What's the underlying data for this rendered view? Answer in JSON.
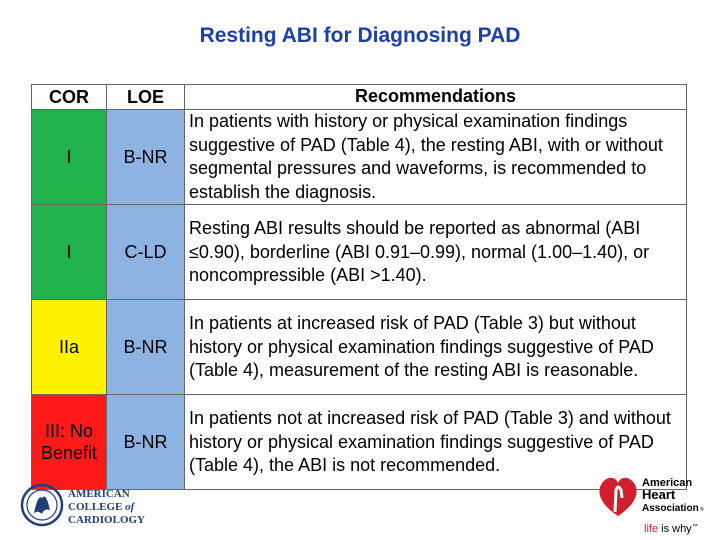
{
  "title": "Resting ABI for Diagnosing PAD",
  "table": {
    "headers": {
      "cor": "COR",
      "loe": "LOE",
      "rec": "Recommendations"
    },
    "rows": [
      {
        "cor": "I",
        "loe": "B-NR",
        "color": "#21b24b",
        "rec": "In patients with history or physical examination findings suggestive of PAD (Table 4), the resting ABI, with or without segmental pressures and waveforms, is recommended to establish the diagnosis."
      },
      {
        "cor": "I",
        "loe": "C-LD",
        "color": "#21b24b",
        "rec": "Resting ABI results should be reported as abnormal (ABI ≤0.90), borderline (ABI 0.91–0.99), normal (1.00–1.40), or noncompressible (ABI >1.40)."
      },
      {
        "cor": "IIa",
        "loe": "B-NR",
        "color": "#fff200",
        "rec": "In patients at increased risk of PAD (Table 3) but without history or physical examination findings suggestive of PAD (Table 4), measurement of the resting ABI is reasonable."
      },
      {
        "cor_line1": "III: No",
        "cor_line2": "Benefit",
        "loe": "B-NR",
        "color": "#ff1a1a",
        "rec": "In patients not at increased risk of PAD (Table 3) and without history or physical examination findings suggestive of PAD (Table 4), the ABI is not recommended."
      }
    ]
  },
  "logos": {
    "acc": {
      "line1": "AMERICAN",
      "line2a": "COLLEGE",
      "line2b": "of",
      "line3": "CARDIOLOGY"
    },
    "aha": {
      "line1": "American",
      "line2": "Heart",
      "line3": "Association",
      "tagline_a": "life",
      "tagline_b": "is why",
      "mark": "®",
      "tm": "™"
    }
  }
}
